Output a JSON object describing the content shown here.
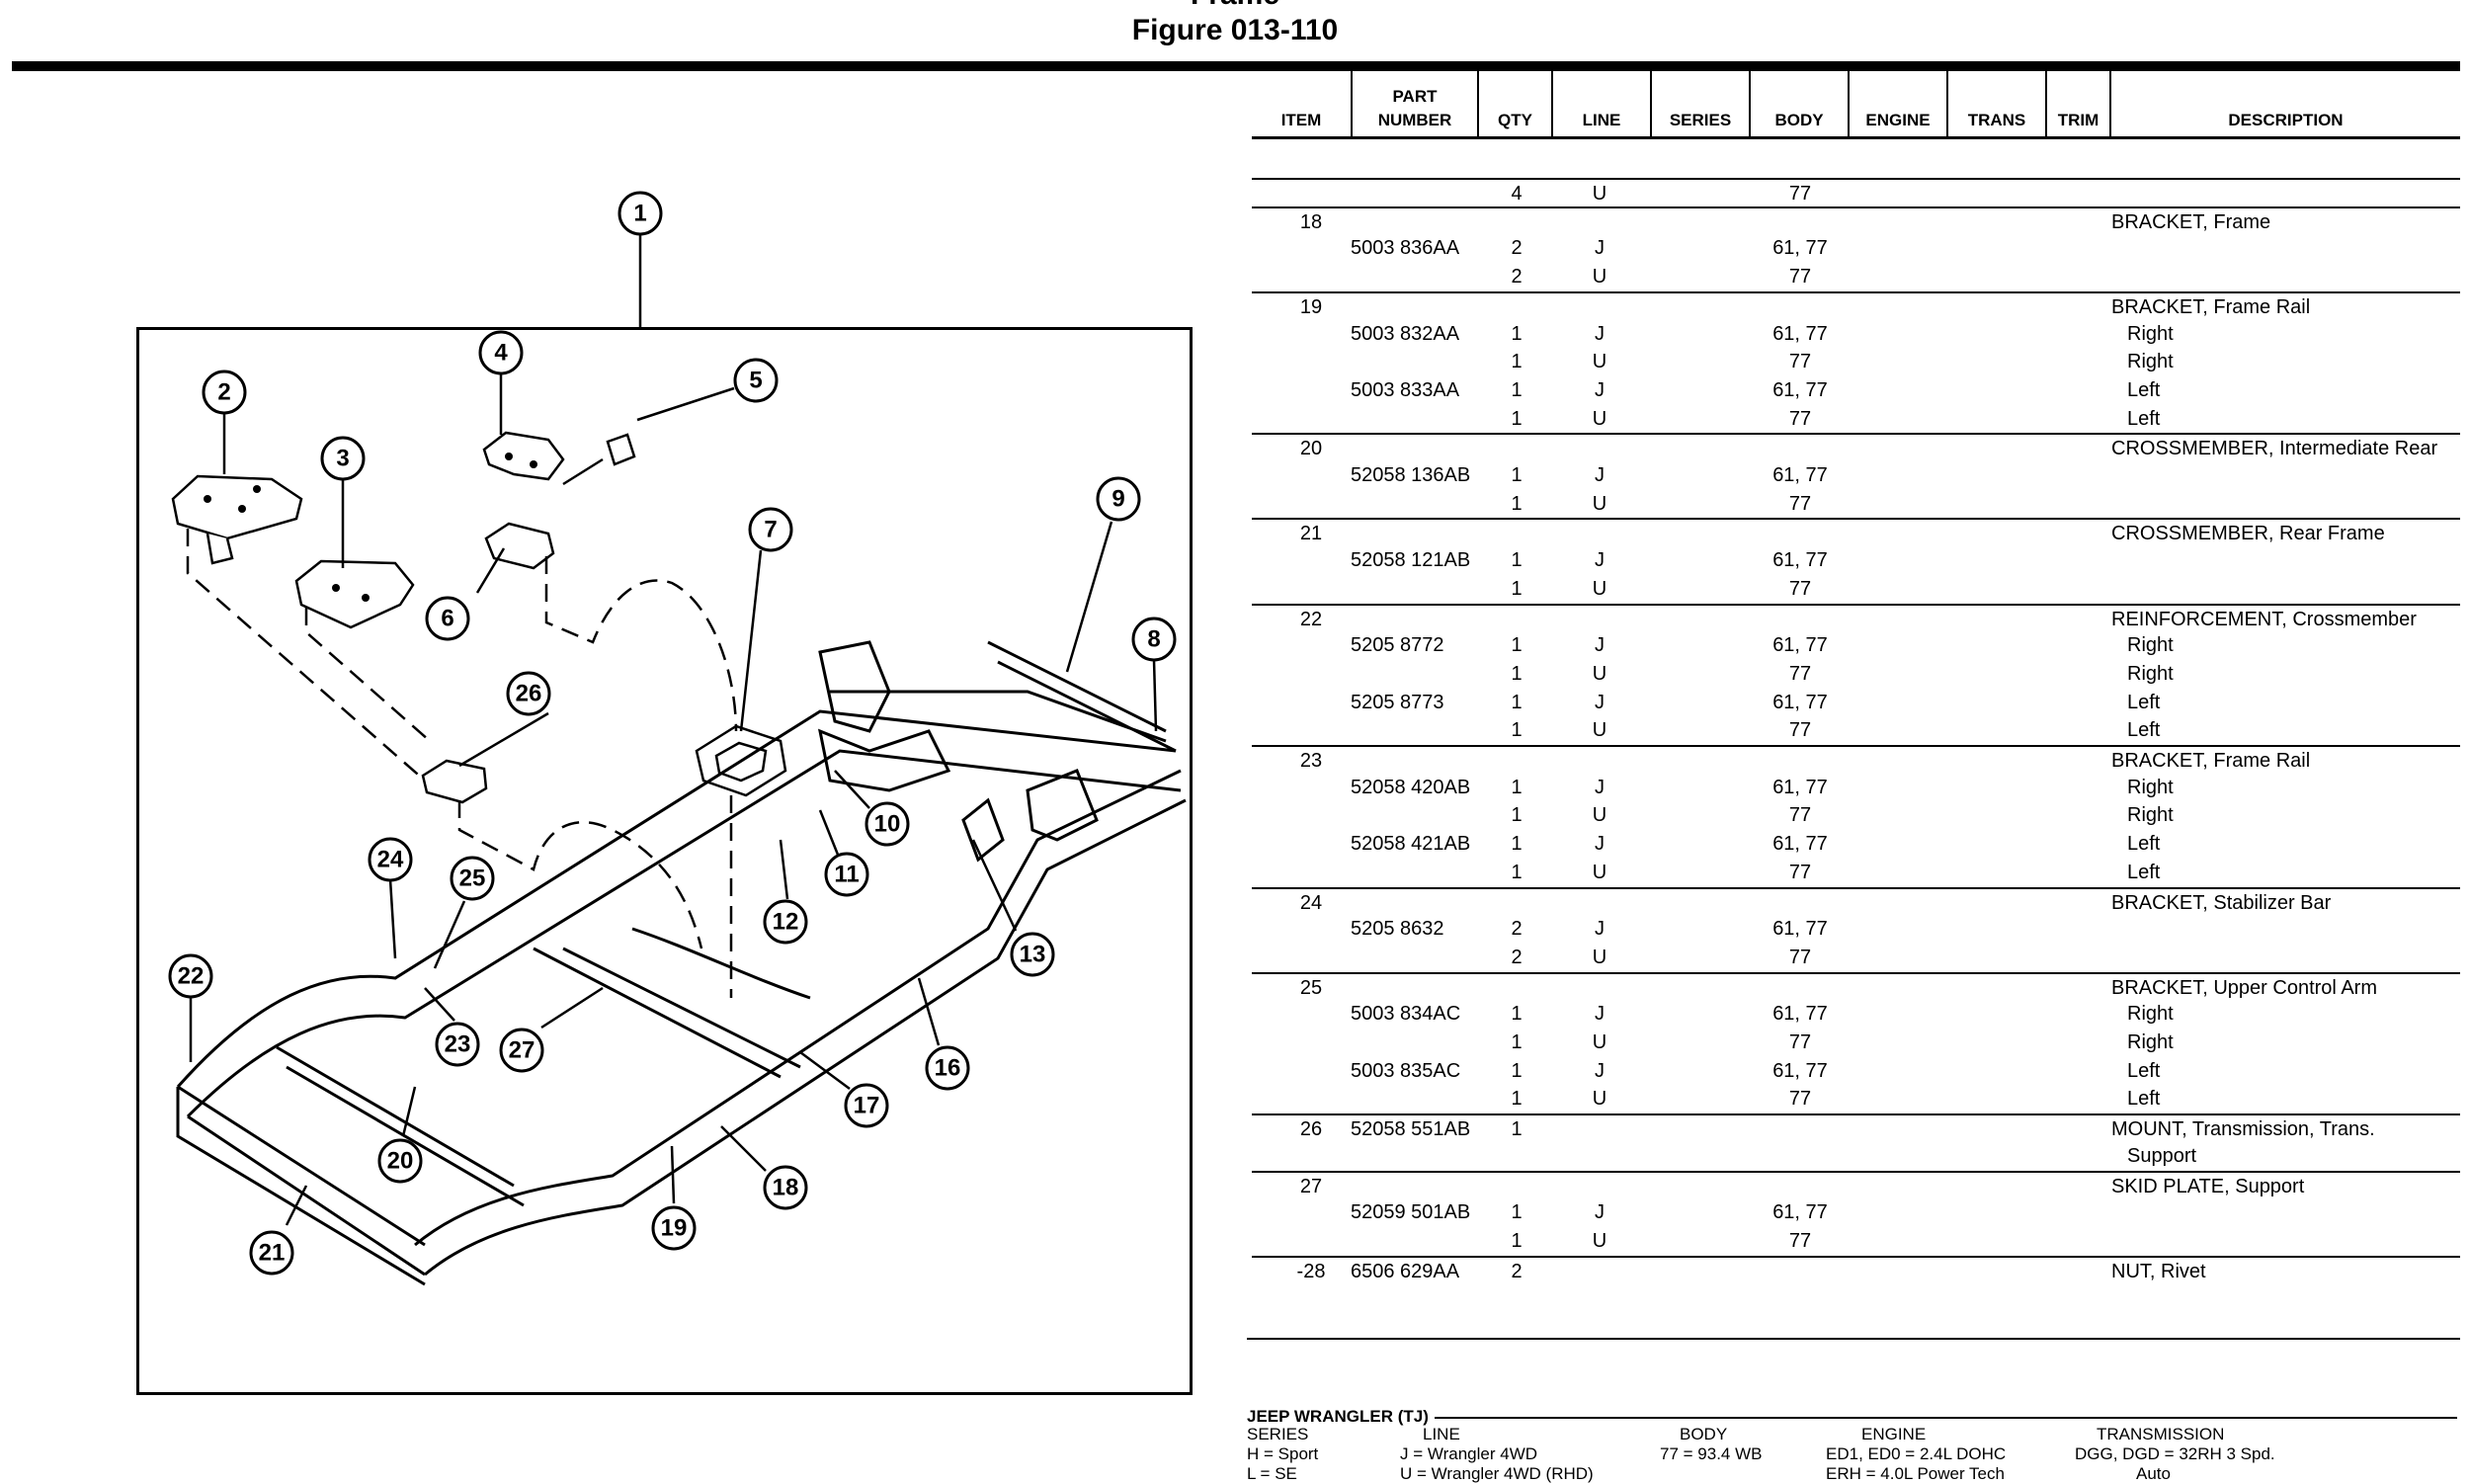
{
  "header": {
    "title": "Frame",
    "figure": "Figure 013-110"
  },
  "table": {
    "columns": {
      "item": "ITEM",
      "part_top": "PART",
      "part": "NUMBER",
      "qty": "QTY",
      "line": "LINE",
      "series": "SERIES",
      "body": "BODY",
      "engine": "ENGINE",
      "trans": "TRANS",
      "trim": "TRIM",
      "description": "DESCRIPTION"
    },
    "rows": [
      {
        "item": "",
        "part": "",
        "qty": "4",
        "line": "U",
        "body": "77",
        "desc": ""
      },
      {
        "item": "18",
        "part": "",
        "qty": "",
        "line": "",
        "body": "",
        "desc": "BRACKET, Frame"
      },
      {
        "item": "",
        "part": "5003 836AA",
        "qty": "2",
        "line": "J",
        "body": "61, 77",
        "desc": ""
      },
      {
        "item": "",
        "part": "",
        "qty": "2",
        "line": "U",
        "body": "77",
        "desc": ""
      },
      {
        "item": "19",
        "part": "",
        "qty": "",
        "line": "",
        "body": "",
        "desc": "BRACKET, Frame Rail"
      },
      {
        "item": "",
        "part": "5003 832AA",
        "qty": "1",
        "line": "J",
        "body": "61, 77",
        "desc": "Right"
      },
      {
        "item": "",
        "part": "",
        "qty": "1",
        "line": "U",
        "body": "77",
        "desc": "Right"
      },
      {
        "item": "",
        "part": "5003 833AA",
        "qty": "1",
        "line": "J",
        "body": "61, 77",
        "desc": "Left"
      },
      {
        "item": "",
        "part": "",
        "qty": "1",
        "line": "U",
        "body": "77",
        "desc": "Left"
      },
      {
        "item": "20",
        "part": "",
        "qty": "",
        "line": "",
        "body": "",
        "desc": "CROSSMEMBER, Intermediate Rear"
      },
      {
        "item": "",
        "part": "52058 136AB",
        "qty": "1",
        "line": "J",
        "body": "61, 77",
        "desc": ""
      },
      {
        "item": "",
        "part": "",
        "qty": "1",
        "line": "U",
        "body": "77",
        "desc": ""
      },
      {
        "item": "21",
        "part": "",
        "qty": "",
        "line": "",
        "body": "",
        "desc": "CROSSMEMBER, Rear Frame"
      },
      {
        "item": "",
        "part": "52058 121AB",
        "qty": "1",
        "line": "J",
        "body": "61, 77",
        "desc": ""
      },
      {
        "item": "",
        "part": "",
        "qty": "1",
        "line": "U",
        "body": "77",
        "desc": ""
      },
      {
        "item": "22",
        "part": "",
        "qty": "",
        "line": "",
        "body": "",
        "desc": "REINFORCEMENT, Crossmember"
      },
      {
        "item": "",
        "part": "5205 8772",
        "qty": "1",
        "line": "J",
        "body": "61, 77",
        "desc": "Right"
      },
      {
        "item": "",
        "part": "",
        "qty": "1",
        "line": "U",
        "body": "77",
        "desc": "Right"
      },
      {
        "item": "",
        "part": "5205 8773",
        "qty": "1",
        "line": "J",
        "body": "61, 77",
        "desc": "Left"
      },
      {
        "item": "",
        "part": "",
        "qty": "1",
        "line": "U",
        "body": "77",
        "desc": "Left"
      },
      {
        "item": "23",
        "part": "",
        "qty": "",
        "line": "",
        "body": "",
        "desc": "BRACKET, Frame Rail"
      },
      {
        "item": "",
        "part": "52058 420AB",
        "qty": "1",
        "line": "J",
        "body": "61, 77",
        "desc": "Right"
      },
      {
        "item": "",
        "part": "",
        "qty": "1",
        "line": "U",
        "body": "77",
        "desc": "Right"
      },
      {
        "item": "",
        "part": "52058 421AB",
        "qty": "1",
        "line": "J",
        "body": "61, 77",
        "desc": "Left"
      },
      {
        "item": "",
        "part": "",
        "qty": "1",
        "line": "U",
        "body": "77",
        "desc": "Left"
      },
      {
        "item": "24",
        "part": "",
        "qty": "",
        "line": "",
        "body": "",
        "desc": "BRACKET, Stabilizer Bar"
      },
      {
        "item": "",
        "part": "5205 8632",
        "qty": "2",
        "line": "J",
        "body": "61, 77",
        "desc": ""
      },
      {
        "item": "",
        "part": "",
        "qty": "2",
        "line": "U",
        "body": "77",
        "desc": ""
      },
      {
        "item": "25",
        "part": "",
        "qty": "",
        "line": "",
        "body": "",
        "desc": "BRACKET, Upper Control Arm"
      },
      {
        "item": "",
        "part": "5003 834AC",
        "qty": "1",
        "line": "J",
        "body": "61, 77",
        "desc": "Right"
      },
      {
        "item": "",
        "part": "",
        "qty": "1",
        "line": "U",
        "body": "77",
        "desc": "Right"
      },
      {
        "item": "",
        "part": "5003 835AC",
        "qty": "1",
        "line": "J",
        "body": "61, 77",
        "desc": "Left"
      },
      {
        "item": "",
        "part": "",
        "qty": "1",
        "line": "U",
        "body": "77",
        "desc": "Left"
      },
      {
        "item": "26",
        "part": "52058 551AB",
        "qty": "1",
        "line": "",
        "body": "",
        "desc": "MOUNT, Transmission, Trans."
      },
      {
        "item": "",
        "part": "",
        "qty": "",
        "line": "",
        "body": "",
        "desc": "Support"
      },
      {
        "item": "27",
        "part": "",
        "qty": "",
        "line": "",
        "body": "",
        "desc": "SKID PLATE, Support"
      },
      {
        "item": "",
        "part": "52059 501AB",
        "qty": "1",
        "line": "J",
        "body": "61, 77",
        "desc": ""
      },
      {
        "item": "",
        "part": "",
        "qty": "1",
        "line": "U",
        "body": "77",
        "desc": ""
      },
      {
        "item": "-28",
        "part": "6506 629AA",
        "qty": "2",
        "line": "",
        "body": "",
        "desc": "NUT, Rivet"
      }
    ]
  },
  "callouts": [
    "1",
    "2",
    "3",
    "4",
    "5",
    "6",
    "7",
    "8",
    "9",
    "10",
    "11",
    "12",
    "13",
    "16",
    "17",
    "18",
    "19",
    "20",
    "21",
    "22",
    "23",
    "24",
    "25",
    "26",
    "27"
  ],
  "legend": {
    "title": "JEEP WRANGLER (TJ)",
    "series_hdr": "SERIES",
    "series_1": "H = Sport",
    "series_2": "L = SE",
    "line_hdr": "LINE",
    "line_1": "J = Wrangler 4WD",
    "line_2": "U = Wrangler 4WD (RHD)",
    "body_hdr": "BODY",
    "body_1": "77 = 93.4 WB",
    "engine_hdr": "ENGINE",
    "engine_1": "ED1, ED0 = 2.4L DOHC",
    "engine_2": "ERH = 4.0L Power Tech",
    "trans_hdr": "TRANSMISSION",
    "trans_1": "DGG, DGD = 32RH 3 Spd.",
    "trans_2": "Auto"
  }
}
